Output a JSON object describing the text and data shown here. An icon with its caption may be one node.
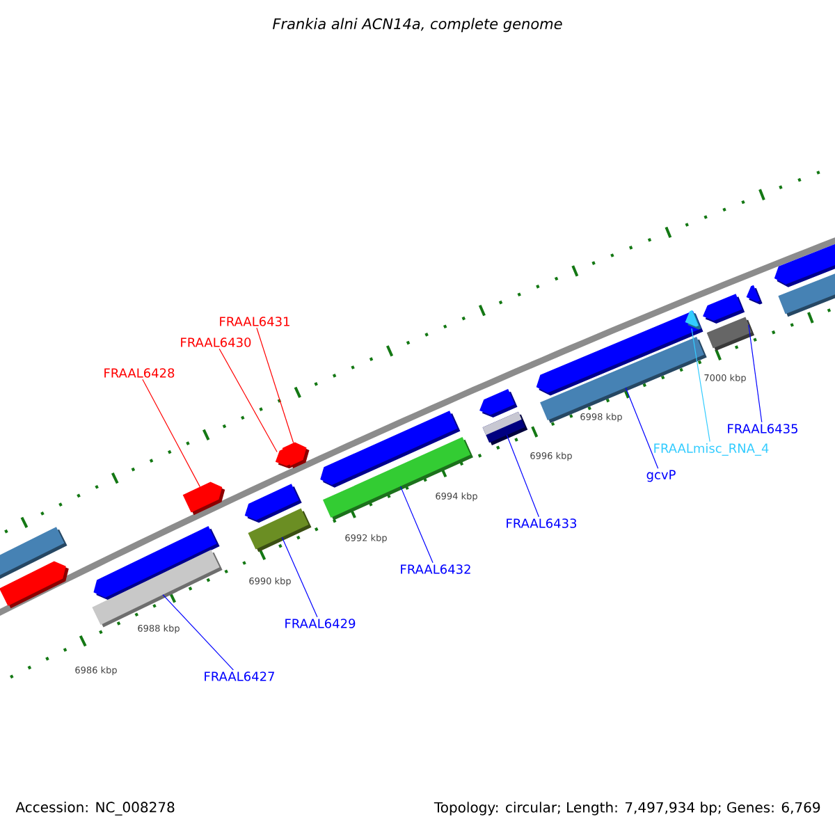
{
  "diagram": {
    "title": "Frankia alni ACN14a, complete genome",
    "nodes": [
      {
        "text": [
          "FRAAL6431"
        ]
      },
      {
        "text": [
          "FRAAL6430"
        ]
      },
      {
        "text": [
          "FRAAL6428"
        ]
      },
      {
        "text": [
          "FRAAL6435"
        ]
      },
      {
        "text": [
          "FRAALmisc_RNA_4"
        ]
      },
      {
        "text": [
          "gcvP"
        ]
      },
      {
        "text": [
          "FRAAL6433"
        ]
      },
      {
        "text": [
          "FRAAL6432"
        ]
      },
      {
        "text": [
          "FRAAL6429"
        ]
      },
      {
        "text": [
          "FRAAL6427"
        ]
      },
      {
        "text": [],
        "shape": "bar"
      },
      {
        "text": [],
        "shape": "bar"
      },
      {
        "text": [],
        "shape": "bar"
      },
      {
        "text": [],
        "shape": "bar"
      },
      {
        "text": [],
        "shape": "bar"
      },
      {
        "text": [],
        "shape": "bar"
      },
      {
        "text": [],
        "shape": "bar"
      },
      {
        "text": [],
        "shape": "bar"
      },
      {
        "text": [],
        "shape": "bar"
      },
      {
        "text": [],
        "shape": "bar"
      }
    ],
    "edges": [
      {
        "from": 0,
        "to": 14,
        "arrow": "none",
        "color": "#ff0000"
      },
      {
        "from": 1,
        "to": 13,
        "arrow": "none",
        "color": "#ff0000"
      },
      {
        "from": 2,
        "to": 11,
        "arrow": "none",
        "color": "#ff0000"
      },
      {
        "from": 3,
        "to": 19,
        "arrow": "none"
      },
      {
        "from": 4,
        "to": 18,
        "arrow": "none",
        "color": "#33ccff"
      },
      {
        "from": 5,
        "to": 17,
        "arrow": "none"
      },
      {
        "from": 6,
        "to": 16,
        "arrow": "none"
      },
      {
        "from": 7,
        "to": 15,
        "arrow": "none"
      },
      {
        "from": 8,
        "to": 12,
        "arrow": "none"
      },
      {
        "from": 9,
        "to": 10,
        "arrow": "none"
      }
    ],
    "labels": [
      "7000 kbp",
      "6998 kbp",
      "6996 kbp",
      "6994 kbp",
      "6992 kbp",
      "6990 kbp",
      "6988 kbp",
      "6986 kbp",
      "Accession: NC_008278",
      "Topology: circular; Length: 7,497,934 bp; Genes: 6,769"
    ]
  }
}
